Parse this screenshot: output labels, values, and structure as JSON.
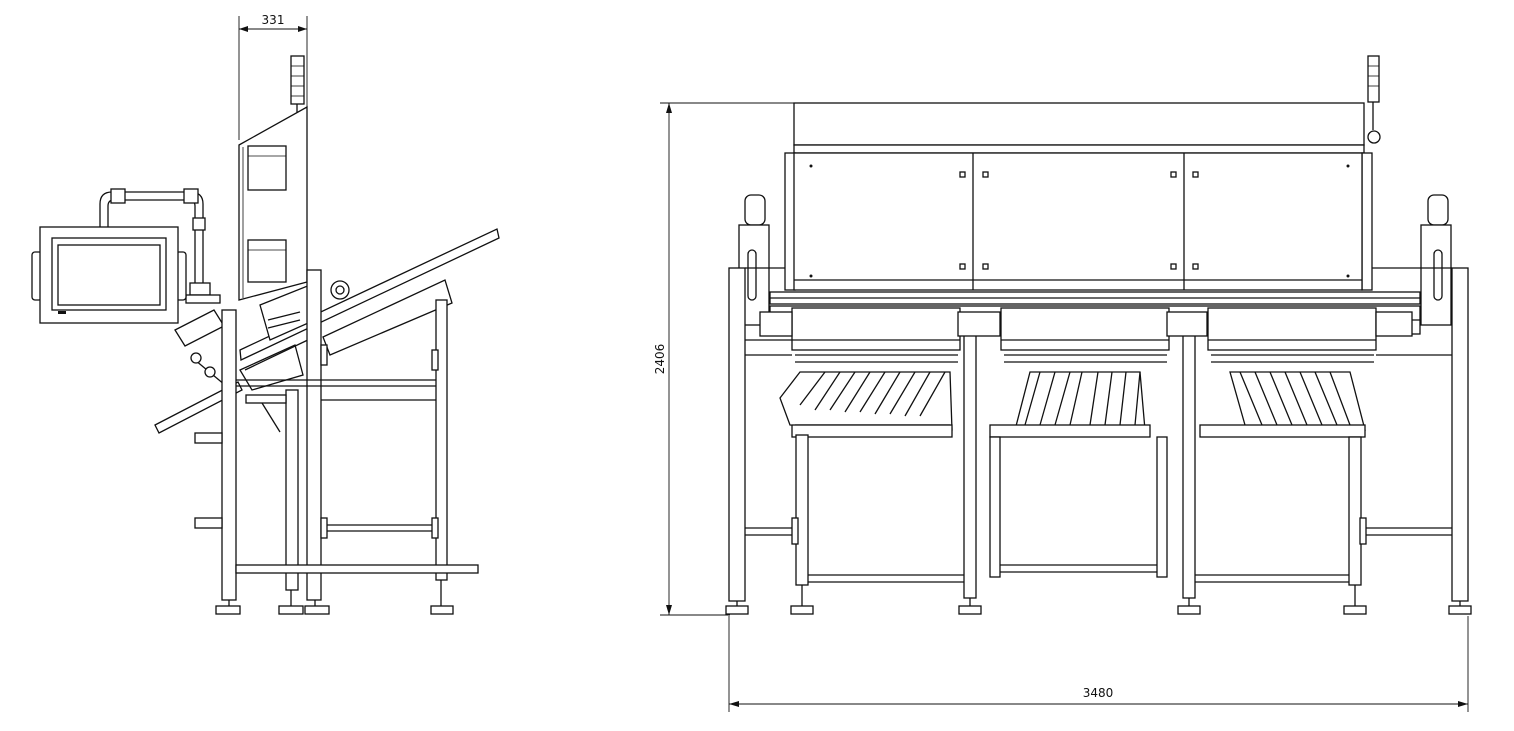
{
  "dimensions": {
    "side_depth": "331",
    "front_height": "2406",
    "front_width": "3480"
  }
}
